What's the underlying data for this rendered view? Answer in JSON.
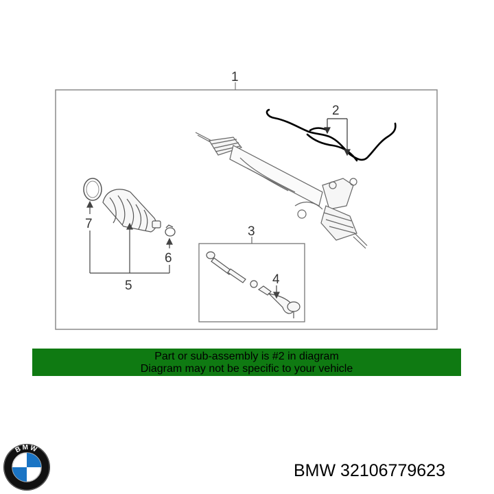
{
  "diagram": {
    "callouts": {
      "c1": "1",
      "c2": "2",
      "c3": "3",
      "c4": "4",
      "c5": "5",
      "c6": "6",
      "c7": "7"
    }
  },
  "banner": {
    "line1": "Part or sub-assembly is #2 in diagram",
    "line2": "Diagram may not be specific to your vehicle"
  },
  "brand": {
    "logo_text": "BMW",
    "part_label": "BMW 32106779623"
  },
  "colors": {
    "banner_bg": "#0f7a12",
    "frame": "#8a8a8a",
    "highlight_part": "#000000"
  }
}
